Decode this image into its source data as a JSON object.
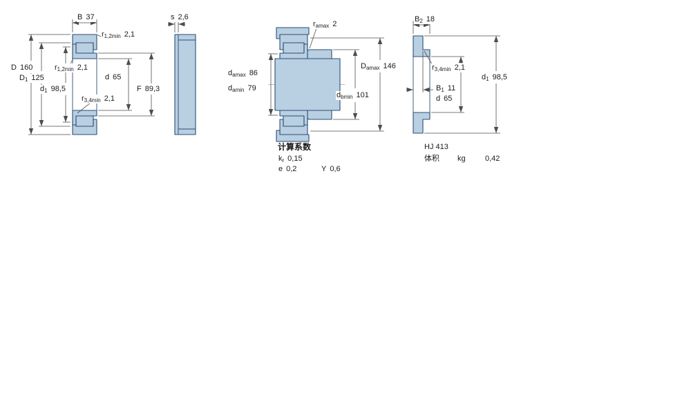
{
  "palette": {
    "part_fill": "#b9cfe2",
    "part_stroke": "#2b4e74",
    "dim_color": "#4d4d4d",
    "text_color": "#1a1a1a"
  },
  "views": {
    "section": {
      "dims": {
        "B": {
          "sym": "B",
          "sub": "",
          "val": "37"
        },
        "r12_top": {
          "sym": "r",
          "sub": "1,2min",
          "val": "2,1"
        },
        "D": {
          "sym": "D",
          "sub": "",
          "val": "160"
        },
        "D1": {
          "sym": "D",
          "sub": "1",
          "val": "125"
        },
        "r12_mid": {
          "sym": "r",
          "sub": "1,2min",
          "val": "2,1"
        },
        "d1": {
          "sym": "d",
          "sub": "1",
          "val": "98,5"
        },
        "d": {
          "sym": "d",
          "sub": "",
          "val": "65"
        },
        "r34": {
          "sym": "r",
          "sub": "3,4min",
          "val": "2,1"
        },
        "F": {
          "sym": "F",
          "sub": "",
          "val": "89,3"
        }
      }
    },
    "profile": {
      "dims": {
        "s": {
          "sym": "s",
          "sub": "",
          "val": "2,6"
        }
      }
    },
    "mounting": {
      "dims": {
        "ramax": {
          "sym": "r",
          "sub": "amax",
          "val": "2"
        },
        "damax": {
          "sym": "d",
          "sub": "amax",
          "val": "86"
        },
        "damin": {
          "sym": "d",
          "sub": "amin",
          "val": "79"
        },
        "Damax": {
          "sym": "D",
          "sub": "amax",
          "val": "146"
        },
        "dbmin": {
          "sym": "d",
          "sub": "bmin",
          "val": "101"
        }
      }
    },
    "ring": {
      "dims": {
        "B2": {
          "sym": "B",
          "sub": "2",
          "val": "18"
        },
        "r34": {
          "sym": "r",
          "sub": "3,4min",
          "val": "2,1"
        },
        "d1": {
          "sym": "d",
          "sub": "1",
          "val": "98,5"
        },
        "B1": {
          "sym": "B",
          "sub": "1",
          "val": "11"
        },
        "d": {
          "sym": "d",
          "sub": "",
          "val": "65"
        }
      }
    }
  },
  "calculation_factors": {
    "title": "计算系数",
    "rows": [
      {
        "sym": "k",
        "sub": "r",
        "val": "0,15"
      },
      {
        "sym": "e",
        "sub": "",
        "val": "0,2"
      },
      {
        "sym": "Y",
        "sub": "",
        "val": "0,6"
      }
    ]
  },
  "ring_info": {
    "designation": "HJ 413",
    "mass_label": "体积",
    "mass_unit": "kg",
    "mass_value": "0,42"
  }
}
